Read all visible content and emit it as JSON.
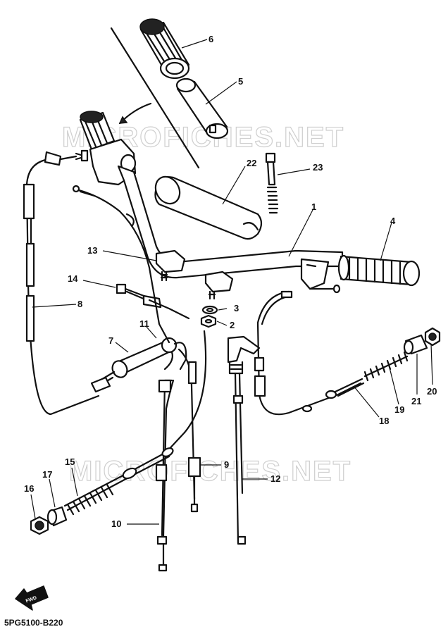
{
  "watermark": "MICROFICHES.NET",
  "diagram_code": "5PG5100-B220",
  "fwd_label": "FWD",
  "callouts": [
    {
      "id": "c1",
      "label": "1"
    },
    {
      "id": "c2",
      "label": "2"
    },
    {
      "id": "c3",
      "label": "3"
    },
    {
      "id": "c4",
      "label": "4"
    },
    {
      "id": "c5",
      "label": "5"
    },
    {
      "id": "c6",
      "label": "6"
    },
    {
      "id": "c7",
      "label": "7"
    },
    {
      "id": "c8",
      "label": "8"
    },
    {
      "id": "c9",
      "label": "9"
    },
    {
      "id": "c10",
      "label": "10"
    },
    {
      "id": "c11",
      "label": "11"
    },
    {
      "id": "c12",
      "label": "12"
    },
    {
      "id": "c13",
      "label": "13"
    },
    {
      "id": "c14",
      "label": "14"
    },
    {
      "id": "c15",
      "label": "15"
    },
    {
      "id": "c16",
      "label": "16"
    },
    {
      "id": "c17",
      "label": "17"
    },
    {
      "id": "c18",
      "label": "18"
    },
    {
      "id": "c19",
      "label": "19"
    },
    {
      "id": "c20",
      "label": "20"
    },
    {
      "id": "c21",
      "label": "21"
    },
    {
      "id": "c22",
      "label": "22"
    },
    {
      "id": "c23",
      "label": "23"
    }
  ]
}
